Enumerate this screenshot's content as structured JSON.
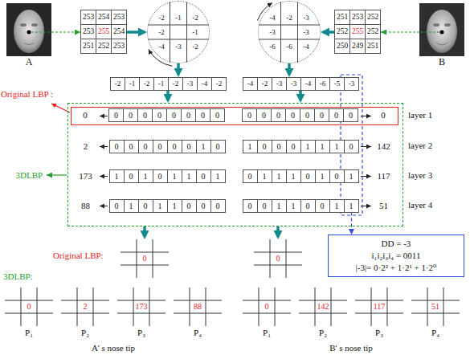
{
  "diagram": {
    "nodes": [
      {
        "text": [
          "A"
        ]
      },
      {
        "text": [
          "253",
          "254",
          "253",
          "253",
          "255",
          "254",
          "251",
          "252",
          "253"
        ]
      },
      {
        "text": [
          "-2",
          "-1",
          "-2",
          "-2",
          "-1",
          "-4",
          "-3",
          "-2"
        ]
      },
      {
        "text": [
          "-4",
          "-2",
          "-3",
          "-3",
          "-3",
          "-6",
          "-6",
          "-4"
        ]
      },
      {
        "text": [
          "251",
          "253",
          "252",
          "252",
          "255",
          "252",
          "250",
          "249",
          "251"
        ]
      },
      {
        "text": [
          "B"
        ]
      },
      {
        "text": [
          "-2",
          "-1",
          "-2",
          "-1",
          "-2",
          "-3",
          "-4",
          "-2"
        ]
      },
      {
        "text": [
          "-4",
          "-2",
          "-3",
          "-3",
          "-4",
          "-6",
          "-5",
          "-3"
        ]
      },
      {
        "text": [
          "3DLBP"
        ]
      },
      {
        "text": [
          "Original LBP :"
        ],
        "in": 8
      },
      {
        "text": [
          "0",
          "0",
          "0",
          "0",
          "0",
          "0",
          "0",
          "0",
          "0"
        ],
        "in": 9
      },
      {
        "text": [
          "0",
          "0",
          "0",
          "0",
          "0",
          "0",
          "0",
          "0",
          "0"
        ],
        "in": 9
      },
      {
        "text": [
          "2",
          "0",
          "0",
          "0",
          "0",
          "0",
          "0",
          "1",
          "0"
        ],
        "in": 8
      },
      {
        "text": [
          "1",
          "0",
          "0",
          "0",
          "1",
          "1",
          "1",
          "0",
          "142"
        ],
        "in": 8
      },
      {
        "text": [
          "173",
          "1",
          "0",
          "1",
          "0",
          "1",
          "1",
          "0",
          "1"
        ],
        "in": 8
      },
      {
        "text": [
          "0",
          "1",
          "1",
          "1",
          "0",
          "1",
          "0",
          "1",
          "117"
        ],
        "in": 8
      },
      {
        "text": [
          "88",
          "0",
          "1",
          "0",
          "1",
          "1",
          "0",
          "0",
          "0"
        ],
        "in": 8
      },
      {
        "text": [
          "0",
          "0",
          "1",
          "1",
          "0",
          "0",
          "1",
          "1",
          "51"
        ],
        "in": 8
      },
      {
        "text": [
          "DD = -3",
          "i₁i₂i₃i₄ = 0011",
          "|-3|= 0·2² + 1·2¹ + 1·2⁰"
        ]
      },
      {
        "text": [
          "0"
        ]
      },
      {
        "text": [
          "0"
        ]
      },
      {
        "text": [
          "0",
          "P₁"
        ]
      },
      {
        "text": [
          "2",
          "P₂"
        ]
      },
      {
        "text": [
          "173",
          "P₃"
        ]
      },
      {
        "text": [
          "88",
          "P₄"
        ]
      },
      {
        "text": [
          "0",
          "P₁"
        ]
      },
      {
        "text": [
          "142",
          "P₂"
        ]
      },
      {
        "text": [
          "117",
          "P₃"
        ]
      },
      {
        "text": [
          "51",
          "P₄"
        ]
      }
    ],
    "edges": [
      {
        "from": 0,
        "to": 1,
        "arrow": "to"
      },
      {
        "from": 1,
        "to": 2,
        "arrow": "to"
      },
      {
        "from": 4,
        "to": 3,
        "arrow": "to"
      },
      {
        "from": 5,
        "to": 4,
        "arrow": "to"
      },
      {
        "from": 2,
        "to": 6,
        "arrow": "to"
      },
      {
        "from": 3,
        "to": 7,
        "arrow": "to"
      },
      {
        "from": 6,
        "to": 8,
        "arrow": "to"
      },
      {
        "from": 7,
        "to": 8,
        "arrow": "to"
      },
      {
        "from": 17,
        "to": 18,
        "arrow": "to"
      },
      {
        "from": 8,
        "to": 19,
        "arrow": "to"
      },
      {
        "from": 8,
        "to": 20,
        "arrow": "to"
      }
    ],
    "labels": [
      "layer 1",
      "layer 2",
      "layer 3",
      "layer 4",
      "Original LBP:",
      "3DLBP:",
      "A' s nose tip",
      "B' s nose tip"
    ]
  }
}
